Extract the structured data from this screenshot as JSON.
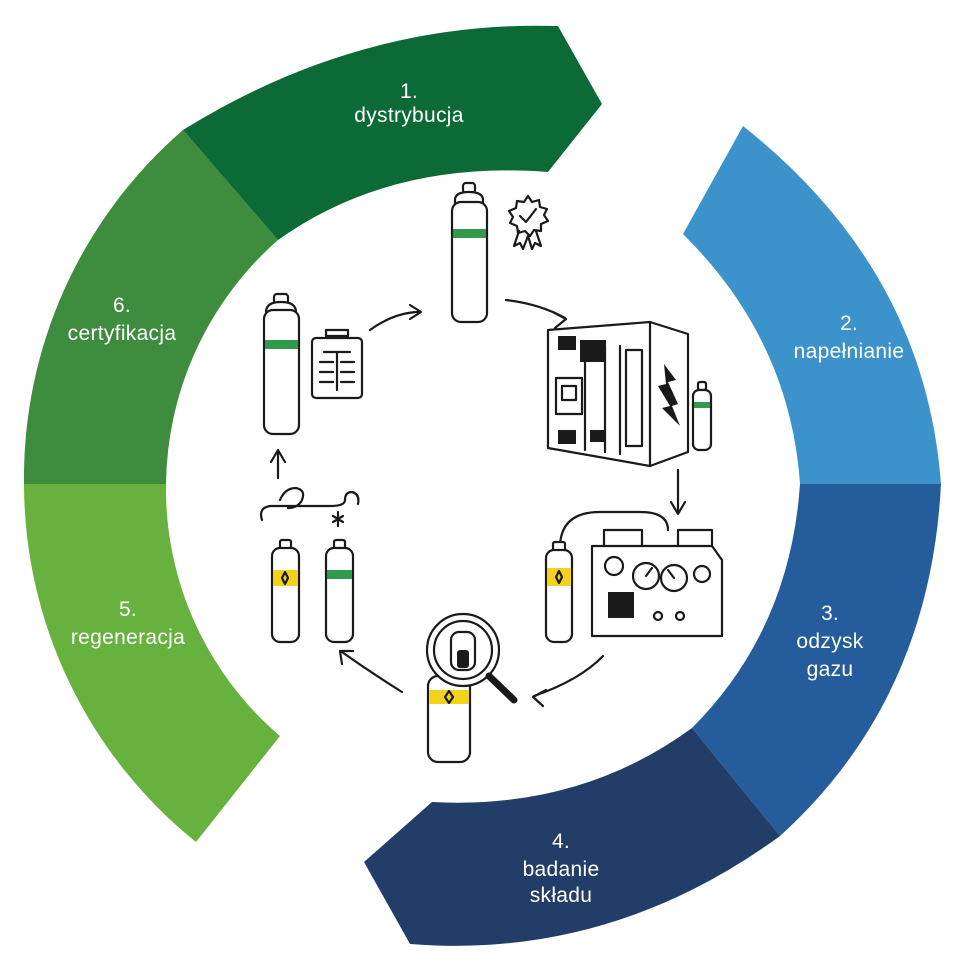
{
  "stages": [
    {
      "number": "1.",
      "lines": [
        "dystrybucja"
      ],
      "color": "#0b6a36"
    },
    {
      "number": "2.",
      "lines": [
        "napełnianie"
      ],
      "color": "#3c93cc"
    },
    {
      "number": "3.",
      "lines": [
        "odzysk",
        "gazu"
      ],
      "color": "#255c9c"
    },
    {
      "number": "4.",
      "lines": [
        "badanie",
        "składu"
      ],
      "color": "#233d69"
    },
    {
      "number": "5.",
      "lines": [
        "regeneracja"
      ],
      "color": "#67b13e"
    },
    {
      "number": "6.",
      "lines": [
        "certyfikacja"
      ],
      "color": "#3e8c3d"
    }
  ],
  "colors": {
    "band_green": "#2f9a4a",
    "band_yellow": "#f4d21c",
    "ink": "#1a1a1a"
  },
  "icons": [
    "certified-cylinder-icon",
    "filling-station-icon",
    "gas-recovery-unit-icon",
    "magnifier-inspection-icon",
    "regeneration-cylinders-icon",
    "clipboard-certificate-icon"
  ]
}
